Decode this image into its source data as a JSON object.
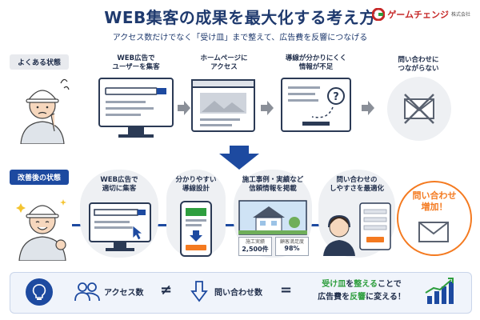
{
  "header": {
    "title": "WEB集客の成果を最大化する考え方",
    "subtitle": "アクセス数だけでなく「受け皿」まで整えて、広告費を反響につなげる",
    "logo_name": "ゲームチェンジ",
    "logo_suffix": "株式会社"
  },
  "before": {
    "tag": "よくある状態",
    "steps": [
      {
        "line1": "WEB広告で",
        "line2": "ユーザーを集客"
      },
      {
        "line1": "ホームページに",
        "line2": "アクセス"
      },
      {
        "line1": "導線が分かりにくく",
        "line2": "情報が不足"
      },
      {
        "line1": "問い合わせに",
        "line2": "つながらない"
      }
    ]
  },
  "after": {
    "tag": "改善後の状態",
    "steps": [
      {
        "line1": "WEB広告で",
        "line2": "適切に集客"
      },
      {
        "line1": "分かりやすい",
        "line2": "導線設計"
      },
      {
        "line1": "施工事例・実績など",
        "line2": "信頼情報を掲載"
      },
      {
        "line1": "問い合わせの",
        "line2": "しやすさを最適化"
      }
    ],
    "result_line1": "問い合わせ",
    "result_line2": "増加！",
    "stat1_label": "施工実績",
    "stat1_value": "2,500件",
    "stat2_label": "顧客満足度",
    "stat2_value": "98%"
  },
  "bottom": {
    "access_label": "アクセス数",
    "neq": "≠",
    "inquiry_label": "問い合わせ数",
    "eq": "=",
    "msg_line1_a": "受け皿",
    "msg_line1_b": "を",
    "msg_line1_c": "整える",
    "msg_line1_d": "ことで",
    "msg_line2_a": "広告費",
    "msg_line2_b": "を",
    "msg_line2_c": "反響",
    "msg_line2_d": "に変える！"
  },
  "colors": {
    "navy": "#1f3a6e",
    "blue": "#1d4aa0",
    "orange": "#f47a20",
    "green": "#2e9e3e",
    "gray": "#8a8f98"
  }
}
